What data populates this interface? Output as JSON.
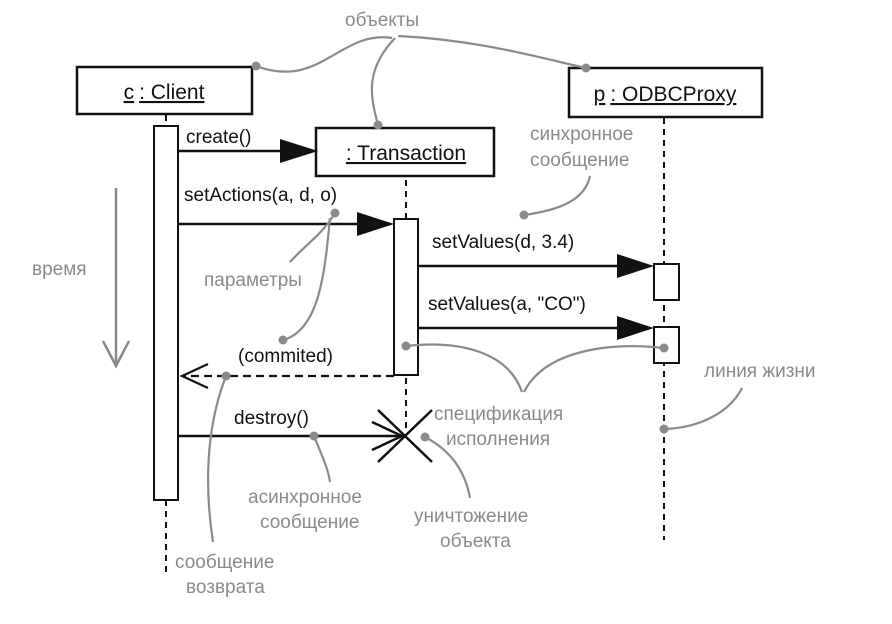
{
  "objects": {
    "client": ": Client",
    "client_prefix": "c",
    "transaction": ": Transaction",
    "proxy": ": ODBCProxy",
    "proxy_prefix": "p"
  },
  "messages": {
    "create": "create()",
    "set_actions": "setActions(a, d, o)",
    "set_values_1": "setValues(d, 3.4)",
    "set_values_2": "setValues(a, \"CO\")",
    "commited": "(commited)",
    "destroy": "destroy()"
  },
  "annotations": {
    "objects": "объекты",
    "time": "время",
    "sync_message_1": "синхронное",
    "sync_message_2": "сообщение",
    "parameters": "параметры",
    "lifeline": "линия жизни",
    "execution_spec_1": "спецификация",
    "execution_spec_2": "исполнения",
    "async_message_1": "асинхронное",
    "async_message_2": "сообщение",
    "destruction_1": "уничтожение",
    "destruction_2": "объекта",
    "return_message_1": "сообщение",
    "return_message_2": "возврата"
  },
  "colors": {
    "ink": "#111111",
    "annotation": "#8a8a8e"
  }
}
